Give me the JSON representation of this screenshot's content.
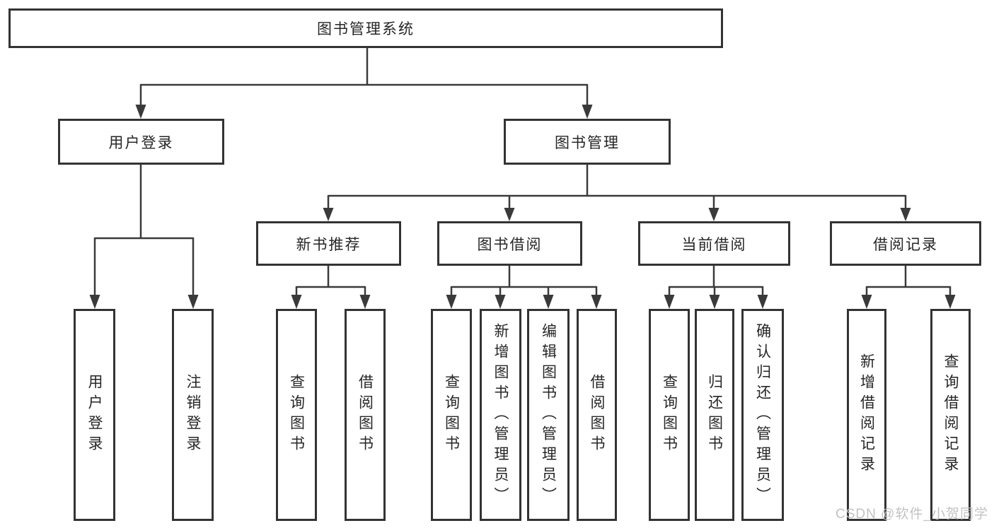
{
  "colors": {
    "background": "#ffffff",
    "box_border": "#333333",
    "box_fill": "#ffffff",
    "connector_line": "#3a3a3a",
    "text": "#262626",
    "watermark": "#bfbfbf"
  },
  "watermark": {
    "text": "CSDN @软件_小贺同学"
  },
  "tree": {
    "root": {
      "label": "图书管理系统"
    },
    "level2": [
      {
        "label": "用户登录",
        "parent": "图书管理系统"
      },
      {
        "label": "图书管理",
        "parent": "图书管理系统"
      }
    ],
    "level3": [
      {
        "label": "新书推荐",
        "parent": "图书管理"
      },
      {
        "label": "图书借阅",
        "parent": "图书管理"
      },
      {
        "label": "当前借阅",
        "parent": "图书管理"
      },
      {
        "label": "借阅记录",
        "parent": "图书管理"
      }
    ],
    "leaves": [
      {
        "label": "用户登录",
        "parent": "用户登录"
      },
      {
        "label": "注销登录",
        "parent": "用户登录"
      },
      {
        "label": "查询图书",
        "parent": "新书推荐"
      },
      {
        "label": "借阅图书",
        "parent": "新书推荐"
      },
      {
        "label": "查询图书",
        "parent": "图书借阅"
      },
      {
        "label": "新增图书（管理员）",
        "parent": "图书借阅"
      },
      {
        "label": "编辑图书（管理员）",
        "parent": "图书借阅"
      },
      {
        "label": "借阅图书",
        "parent": "图书借阅"
      },
      {
        "label": "查询图书",
        "parent": "当前借阅"
      },
      {
        "label": "归还图书",
        "parent": "当前借阅"
      },
      {
        "label": "确认归还（管理员）",
        "parent": "当前借阅"
      },
      {
        "label": "新增借阅记录",
        "parent": "借阅记录"
      },
      {
        "label": "查询借阅记录",
        "parent": "借阅记录"
      }
    ]
  }
}
